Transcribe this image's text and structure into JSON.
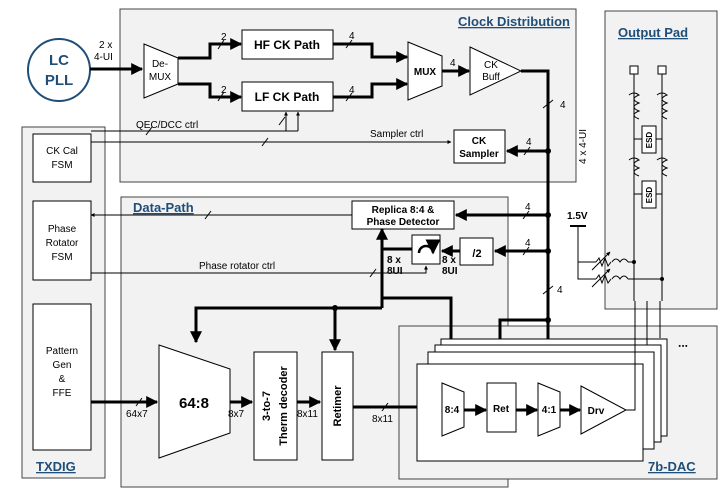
{
  "sections": {
    "clock_distribution": "Clock Distribution",
    "output_pad": "Output Pad",
    "data_path": "Data-Path",
    "txdig": "TXDIG",
    "dac": "7b-DAC"
  },
  "blocks": {
    "lc_pll_line1": "LC",
    "lc_pll_line2": "PLL",
    "demux_line1": "De-",
    "demux_line2": "MUX",
    "hf_ck_path": "HF CK Path",
    "lf_ck_path": "LF CK Path",
    "mux": "MUX",
    "ck_buff_line1": "CK",
    "ck_buff_line2": "Buff",
    "ck_sampler_line1": "CK",
    "ck_sampler_line2": "Sampler",
    "ck_cal_fsm_line1": "CK Cal",
    "ck_cal_fsm_line2": "FSM",
    "phase_rotator_fsm_line1": "Phase",
    "phase_rotator_fsm_line2": "Rotator",
    "phase_rotator_fsm_line3": "FSM",
    "pattern_gen_line1": "Pattern",
    "pattern_gen_line2": "Gen",
    "pattern_gen_line3": "&",
    "pattern_gen_line4": "FFE",
    "replica_line1": "Replica 8:4 &",
    "replica_line2": "Phase Detector",
    "div2": "/2",
    "mux_64_8": "64:8",
    "therm_line1": "3-to-7",
    "therm_line2": "Therm decoder",
    "retimer": "Retimer",
    "dac_mux_8_4": "8:4",
    "dac_ret": "Ret",
    "dac_mux_4_1": "4:1",
    "dac_drv": "Drv",
    "esd": "ESD",
    "supply": "1.5V"
  },
  "labels": {
    "pll_out_line1": "2 x",
    "pll_out_line2": "4-UI",
    "bus_2": "2",
    "bus_4": "4",
    "qec_dcc": "QEC/DCC ctrl",
    "sampler_ctrl": "Sampler ctrl",
    "bus_4x4ui": "4 x 4-UI",
    "phase_rotator_ctrl": "Phase rotator ctrl",
    "bus_8": "8 x",
    "bus_8ui": "8UI",
    "bus_64x7": "64x7",
    "bus_8x7": "8x7",
    "bus_8x11": "8x11"
  }
}
